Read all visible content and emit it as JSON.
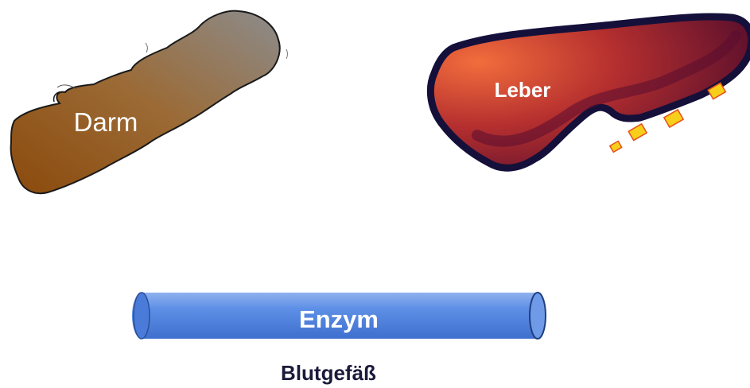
{
  "organs": {
    "intestine": {
      "label": "Darm",
      "color_light": "#8a8a8a",
      "color_dark": "#8b4a0c"
    },
    "liver": {
      "label": "Leber",
      "color_light": "#ef6a3a",
      "color_dark": "#5a0c2a",
      "outline": "#1a1240"
    }
  },
  "vessel": {
    "enzyme_label": "Enzym",
    "name": "Blutgefäß",
    "color": "#5b8be0"
  },
  "enzymes": {
    "color": "#f7cf1a",
    "border": "#e8501a"
  }
}
